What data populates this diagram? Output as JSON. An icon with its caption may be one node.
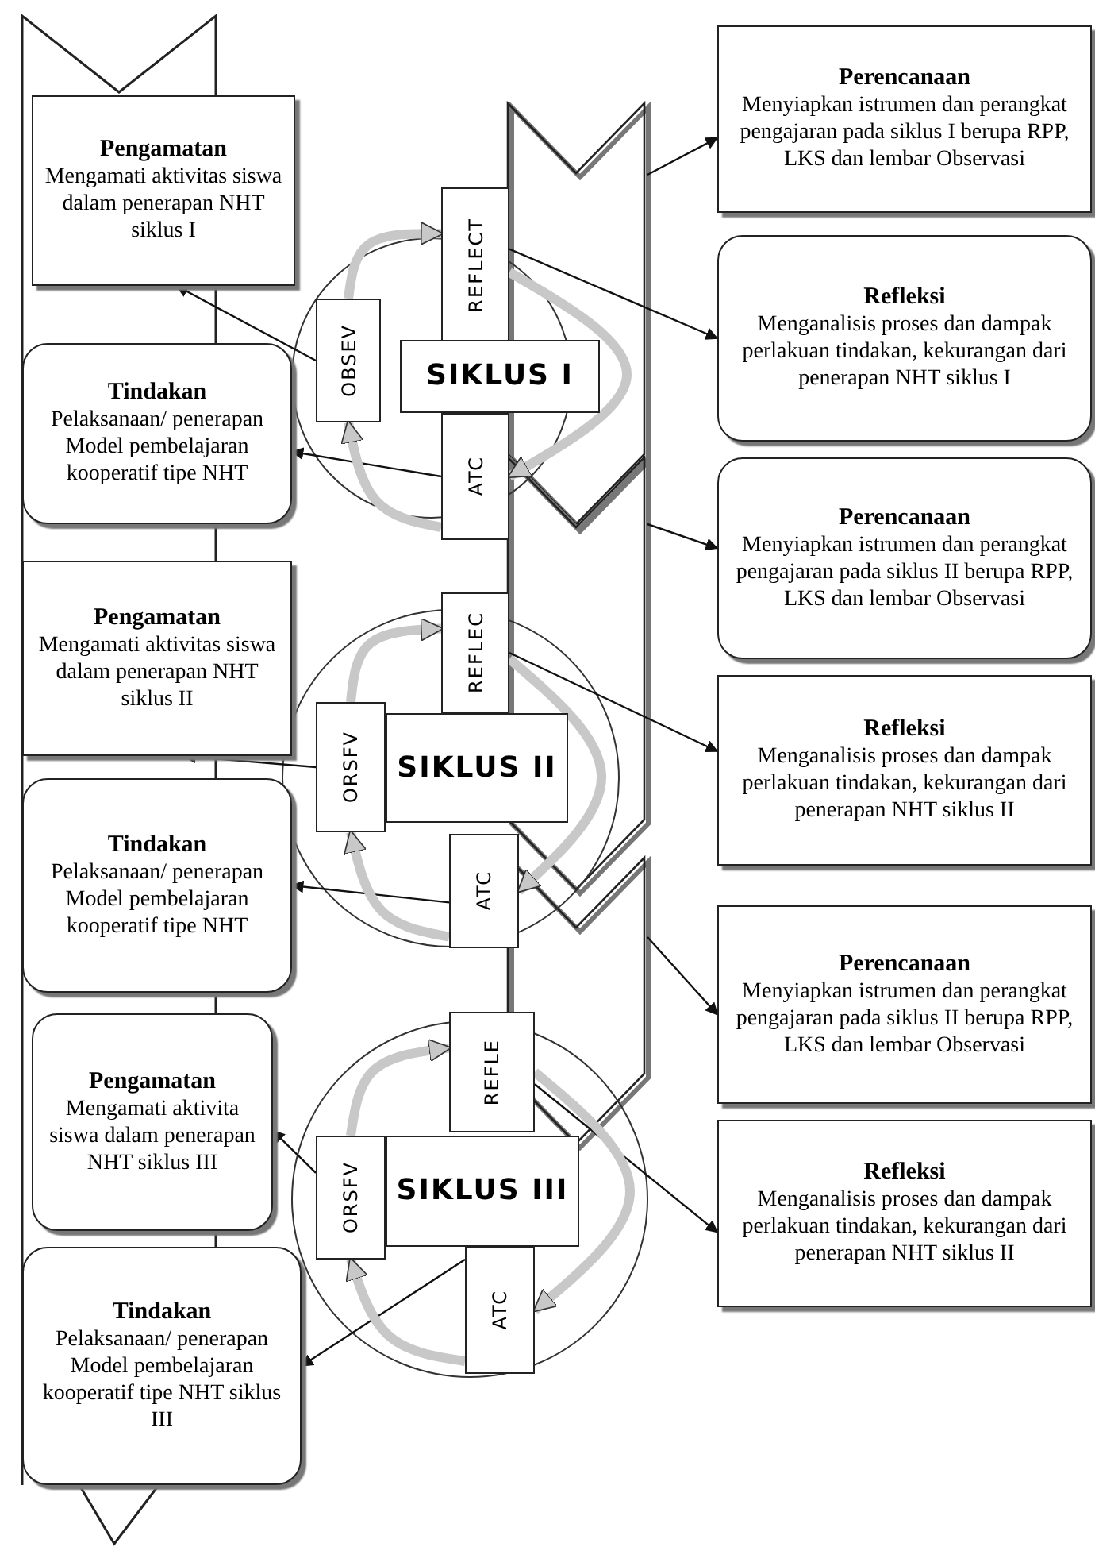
{
  "diagram": {
    "nodes": [
      {
        "text": [
          "Pengamatan",
          "Mengamati aktivitas siswa dalam penerapan NHT siklus I"
        ]
      },
      {
        "text": [
          "Perencanaan",
          "Menyiapkan istrumen dan perangkat pengajaran pada siklus I berupa RPP, LKS dan lembar Observasi"
        ]
      },
      {
        "text": [
          "REFLECT"
        ]
      },
      {
        "text": [
          "OBSEV"
        ]
      },
      {
        "text": [
          "SIKLUS I"
        ]
      },
      {
        "text": [
          "Refleksi",
          "Menganalisis proses dan dampak perlakuan tindakan, kekurangan dari penerapan NHT siklus I"
        ]
      },
      {
        "text": [
          "Tindakan",
          "Pelaksanaan/ penerapan Model pembelajaran kooperatif tipe NHT"
        ]
      },
      {
        "text": [
          "ATC"
        ]
      },
      {
        "text": [
          "Perencanaan",
          "Menyiapkan istrumen dan perangkat pengajaran pada siklus II berupa RPP, LKS dan lembar Observasi"
        ]
      },
      {
        "text": [
          "Pengamatan",
          "Mengamati aktivitas siswa dalam penerapan NHT siklus II"
        ]
      },
      {
        "text": [
          "REFLEC"
        ]
      },
      {
        "text": [
          "ORSFV"
        ]
      },
      {
        "text": [
          "SIKLUS II"
        ]
      },
      {
        "text": [
          "Refleksi",
          "Menganalisis proses dan dampak perlakuan tindakan, kekurangan dari penerapan NHT siklus II"
        ]
      },
      {
        "text": [
          "Tindakan",
          "Pelaksanaan/ penerapan Model pembelajaran kooperatif tipe NHT"
        ]
      },
      {
        "text": [
          "ATC"
        ]
      },
      {
        "text": [
          "Perencanaan",
          "Menyiapkan istrumen dan perangkat pengajaran pada siklus II berupa RPP, LKS dan lembar Observasi"
        ]
      },
      {
        "text": [
          "Pengamatan",
          "Mengamati aktivita siswa dalam penerapan NHT siklus III"
        ]
      },
      {
        "text": [
          "REFLE"
        ]
      },
      {
        "text": [
          "ORSFV"
        ]
      },
      {
        "text": [
          "SIKLUS III"
        ]
      },
      {
        "text": [
          "Refleksi",
          "Menganalisis proses dan dampak perlakuan tindakan, kekurangan dari penerapan NHT siklus II"
        ]
      },
      {
        "text": [
          "Tindakan",
          "Pelaksanaan/ penerapan Model pembelajaran kooperatif tipe NHT siklus III"
        ]
      },
      {
        "text": [
          "ATC"
        ]
      }
    ],
    "edges": [
      {
        "from": 3,
        "to": 0,
        "arrow": "to"
      },
      {
        "from": 7,
        "to": 6,
        "arrow": "to"
      },
      {
        "from": 2,
        "to": 5,
        "arrow": "to"
      },
      {
        "from": null,
        "to": 1,
        "arrow": "to"
      },
      {
        "from": 3,
        "to": 2,
        "arrow": "to",
        "style": "thick",
        "color": "#c8c8c8"
      },
      {
        "from": 2,
        "to": 7,
        "arrow": "to",
        "style": "thick",
        "color": "#c8c8c8"
      },
      {
        "from": 7,
        "to": 3,
        "arrow": "to",
        "style": "thick",
        "color": "#c8c8c8"
      },
      {
        "from": 11,
        "to": 9,
        "arrow": "to"
      },
      {
        "from": 15,
        "to": 14,
        "arrow": "to"
      },
      {
        "from": 10,
        "to": 13,
        "arrow": "to"
      },
      {
        "from": null,
        "to": 8,
        "arrow": "to"
      },
      {
        "from": 11,
        "to": 10,
        "arrow": "to",
        "style": "thick",
        "color": "#c8c8c8"
      },
      {
        "from": 10,
        "to": 15,
        "arrow": "to",
        "style": "thick",
        "color": "#c8c8c8"
      },
      {
        "from": 15,
        "to": 11,
        "arrow": "to",
        "style": "thick",
        "color": "#c8c8c8"
      },
      {
        "from": 19,
        "to": 17,
        "arrow": "to"
      },
      {
        "from": 23,
        "to": 22,
        "arrow": "to"
      },
      {
        "from": 18,
        "to": 21,
        "arrow": "to"
      },
      {
        "from": null,
        "to": 16,
        "arrow": "to"
      },
      {
        "from": 19,
        "to": 18,
        "arrow": "to",
        "style": "thick",
        "color": "#c8c8c8"
      },
      {
        "from": 18,
        "to": 23,
        "arrow": "to",
        "style": "thick",
        "color": "#c8c8c8"
      },
      {
        "from": 23,
        "to": 19,
        "arrow": "to",
        "style": "thick",
        "color": "#c8c8c8"
      }
    ]
  }
}
